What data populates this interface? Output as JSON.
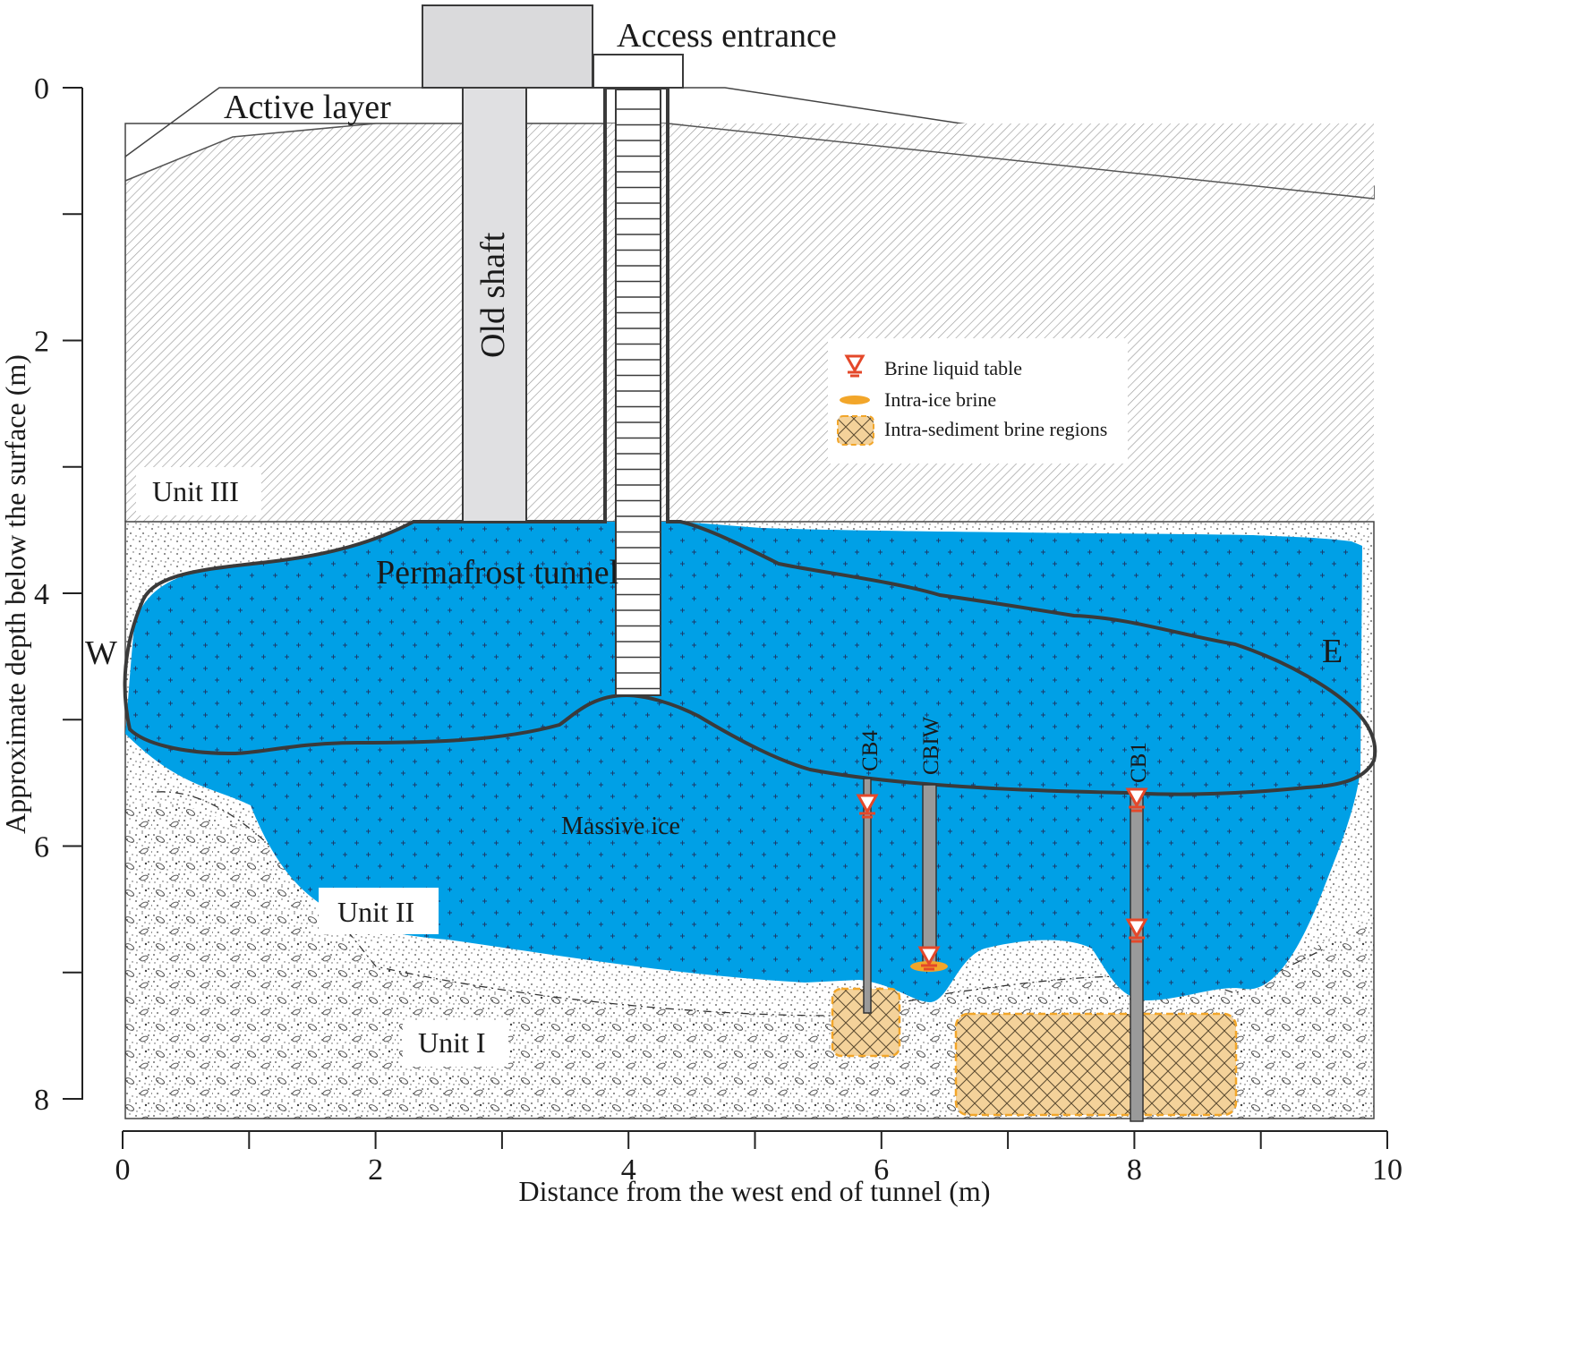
{
  "axes": {
    "y_title": "Approximate depth below the surface (m)",
    "x_title": "Distance from the west end of tunnel (m)",
    "y_ticks": [
      "0",
      "2",
      "4",
      "6",
      "8"
    ],
    "x_ticks": [
      "0",
      "2",
      "4",
      "6",
      "8",
      "10"
    ]
  },
  "labels": {
    "access_entrance": "Access entrance",
    "active_layer": "Active layer",
    "old_shaft": "Old shaft",
    "unit_iii": "Unit III",
    "unit_ii": "Unit II",
    "unit_i": "Unit I",
    "permafrost_tunnel": "Permafrost tunnel",
    "massive_ice": "Massive ice",
    "west": "W",
    "east": "E"
  },
  "boreholes": [
    {
      "name": "CB4",
      "x_m": 5.9
    },
    {
      "name": "CBIW",
      "x_m": 6.4
    },
    {
      "name": "CB1",
      "x_m": 8.0
    }
  ],
  "legend": {
    "items": [
      {
        "label": "Brine liquid table",
        "icon": "brine-liquid-table-icon"
      },
      {
        "label": "Intra-ice brine",
        "icon": "intra-ice-brine-icon"
      },
      {
        "label": "Intra-sediment brine regions",
        "icon": "intra-sediment-brine-icon"
      }
    ]
  },
  "colors": {
    "ice": "#00a0e6",
    "brine": "#f2a62a",
    "brine_region": "#f4d29a",
    "marker": "#e4482a",
    "shaft": "#e0e0e2",
    "borehole": "#9a9a9a"
  }
}
